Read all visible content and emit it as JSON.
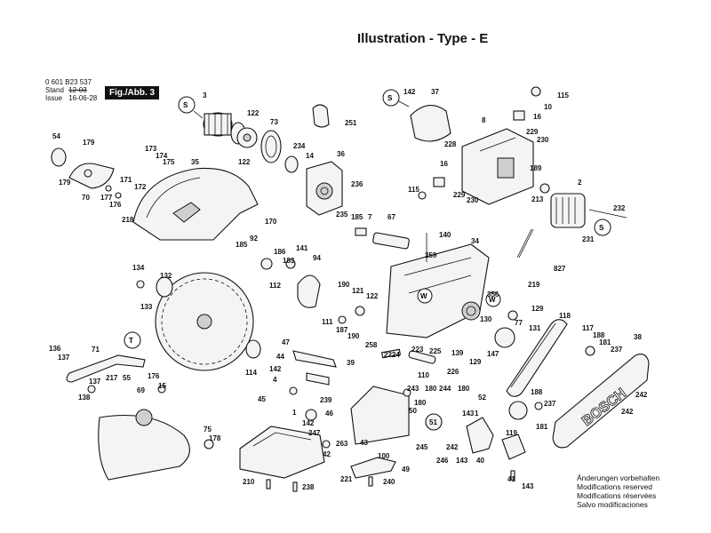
{
  "header": {
    "title": "Illustration - Type - E",
    "article_number": "0 601 B23 537",
    "stand_label": "Stand",
    "stand_value": "12-03",
    "issue_label": "Issue",
    "issue_value": "16-06-28",
    "figure_label": "Fig./Abb. 3"
  },
  "footer": {
    "modifications": [
      "Änderungen vorbehalten",
      "Modifications reserved",
      "Modifications réservées",
      "Salvo modificaciones"
    ]
  },
  "markers": [
    "S",
    "S",
    "S",
    "T",
    "W",
    "W"
  ],
  "brand": "BOSCH",
  "callouts": [
    "3",
    "122",
    "73",
    "251",
    "122",
    "234",
    "14",
    "36",
    "236",
    "235",
    "185",
    "7",
    "67",
    "54",
    "179",
    "173",
    "174",
    "175",
    "35",
    "179",
    "70",
    "171",
    "177",
    "172",
    "176",
    "218",
    "170",
    "142",
    "37",
    "115",
    "10",
    "16",
    "8",
    "229",
    "230",
    "228",
    "16",
    "189",
    "115",
    "229",
    "213",
    "230",
    "2",
    "232",
    "231",
    "140",
    "34",
    "259",
    "827",
    "219",
    "185",
    "92",
    "186",
    "141",
    "183",
    "94",
    "112",
    "134",
    "132",
    "133",
    "190",
    "121",
    "122",
    "111",
    "187",
    "190",
    "356",
    "129",
    "130",
    "77",
    "131",
    "139",
    "129",
    "147",
    "258",
    "118",
    "117",
    "188",
    "181",
    "237",
    "38",
    "47",
    "44",
    "39",
    "2224",
    "223",
    "225",
    "110",
    "226",
    "136",
    "137",
    "71",
    "138",
    "217",
    "55",
    "176",
    "69",
    "137",
    "15",
    "114",
    "142",
    "4",
    "45",
    "239",
    "46",
    "142",
    "247",
    "263",
    "42",
    "43",
    "50",
    "180",
    "244",
    "52",
    "51",
    "245",
    "242",
    "143",
    "40",
    "119",
    "41",
    "143",
    "188",
    "237",
    "181",
    "242",
    "242",
    "75",
    "178",
    "210",
    "238",
    "221",
    "49",
    "240",
    "243",
    "180",
    "246",
    "180",
    "143",
    "100",
    "1",
    "1"
  ]
}
